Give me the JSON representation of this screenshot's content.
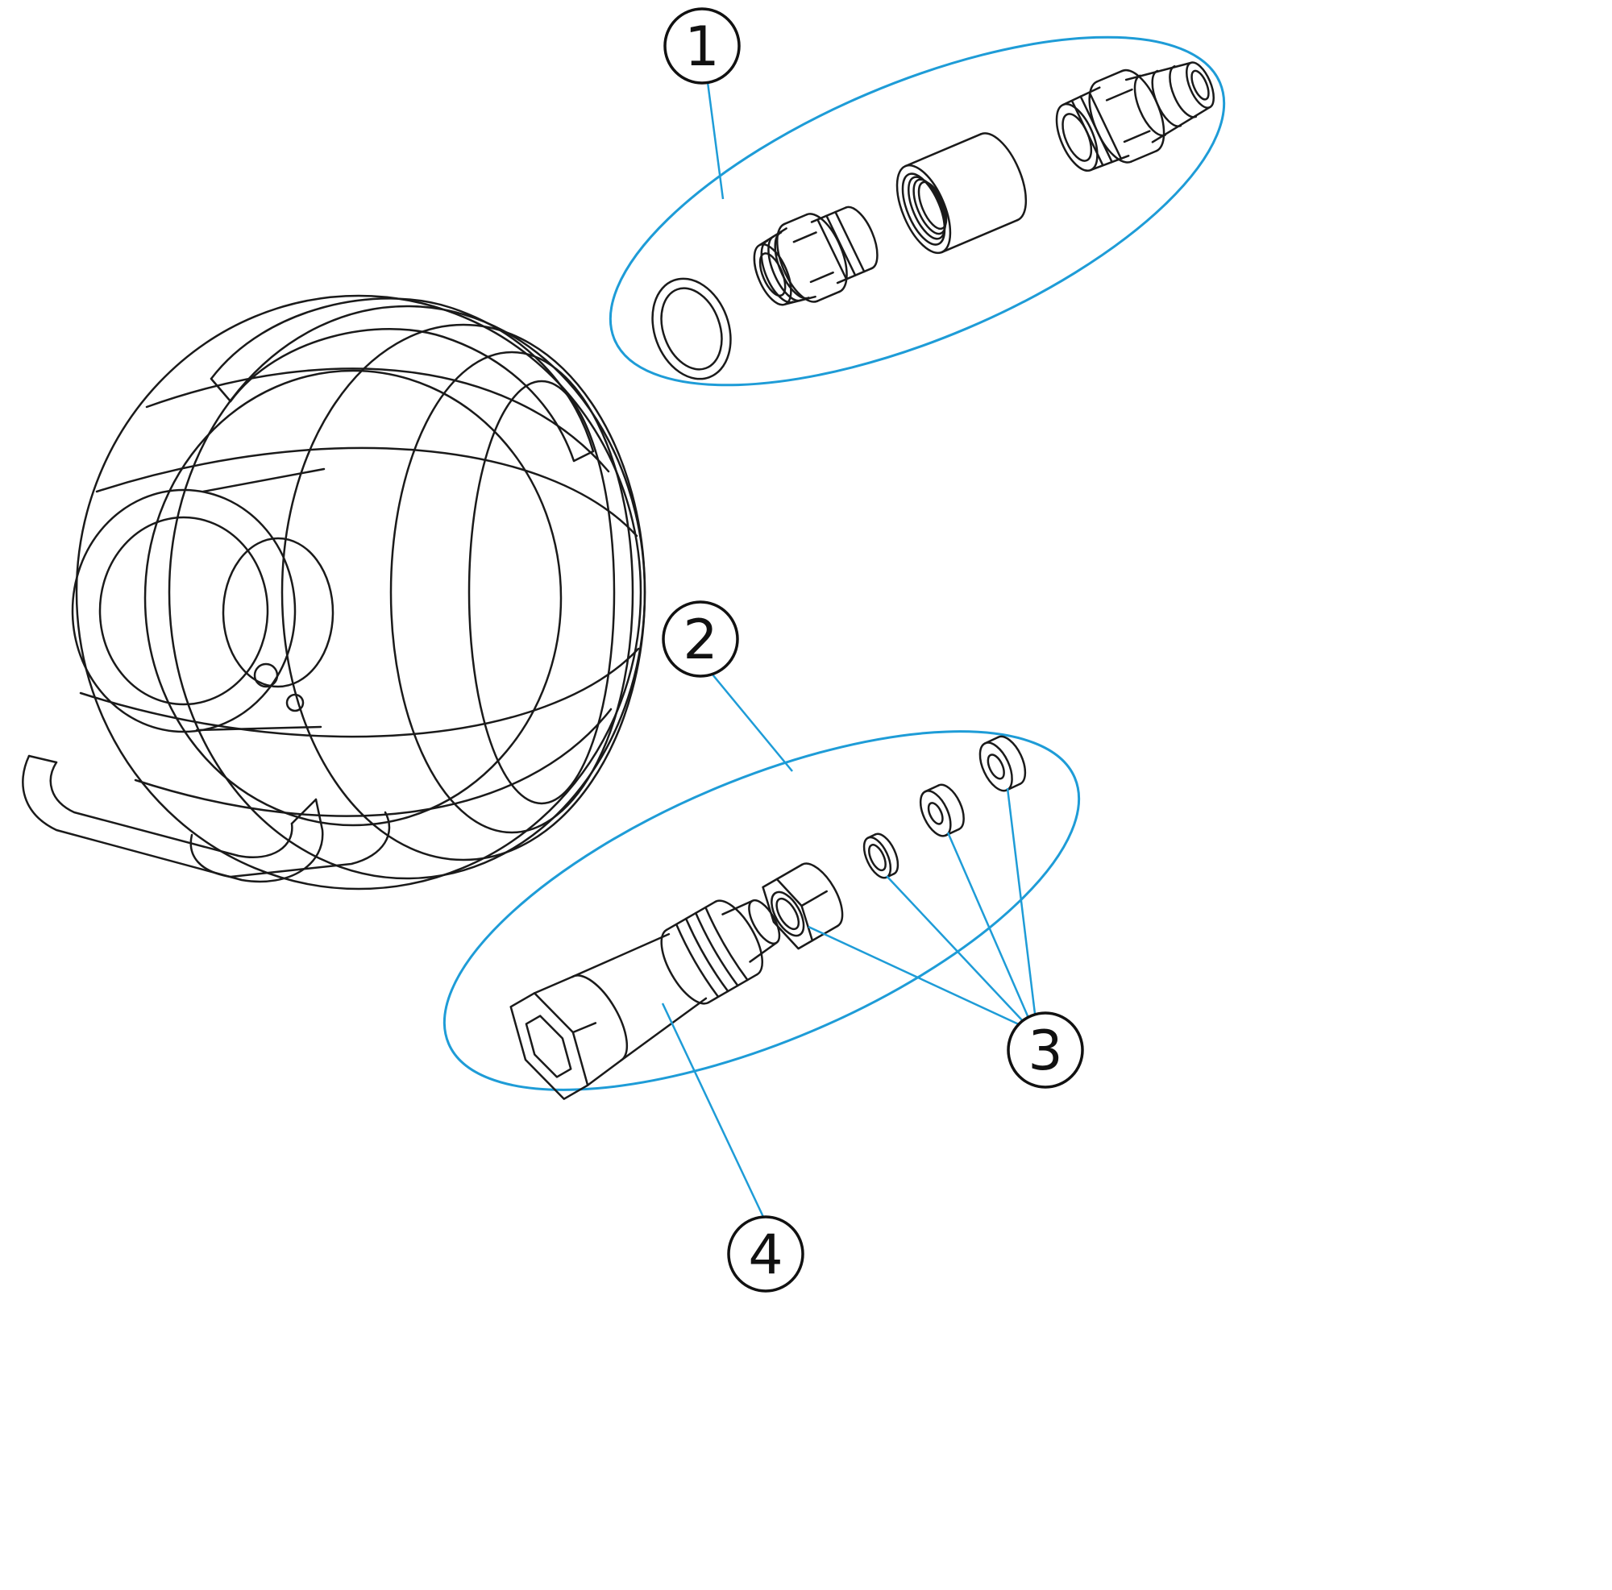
{
  "diagram": {
    "type": "exploded-parts-diagram",
    "background_color": "#ffffff",
    "line_color": "#1a1a1a",
    "accent_color": "#1e9cd7",
    "callouts": [
      {
        "label": "1"
      },
      {
        "label": "2"
      },
      {
        "label": "3"
      },
      {
        "label": "4"
      }
    ]
  }
}
